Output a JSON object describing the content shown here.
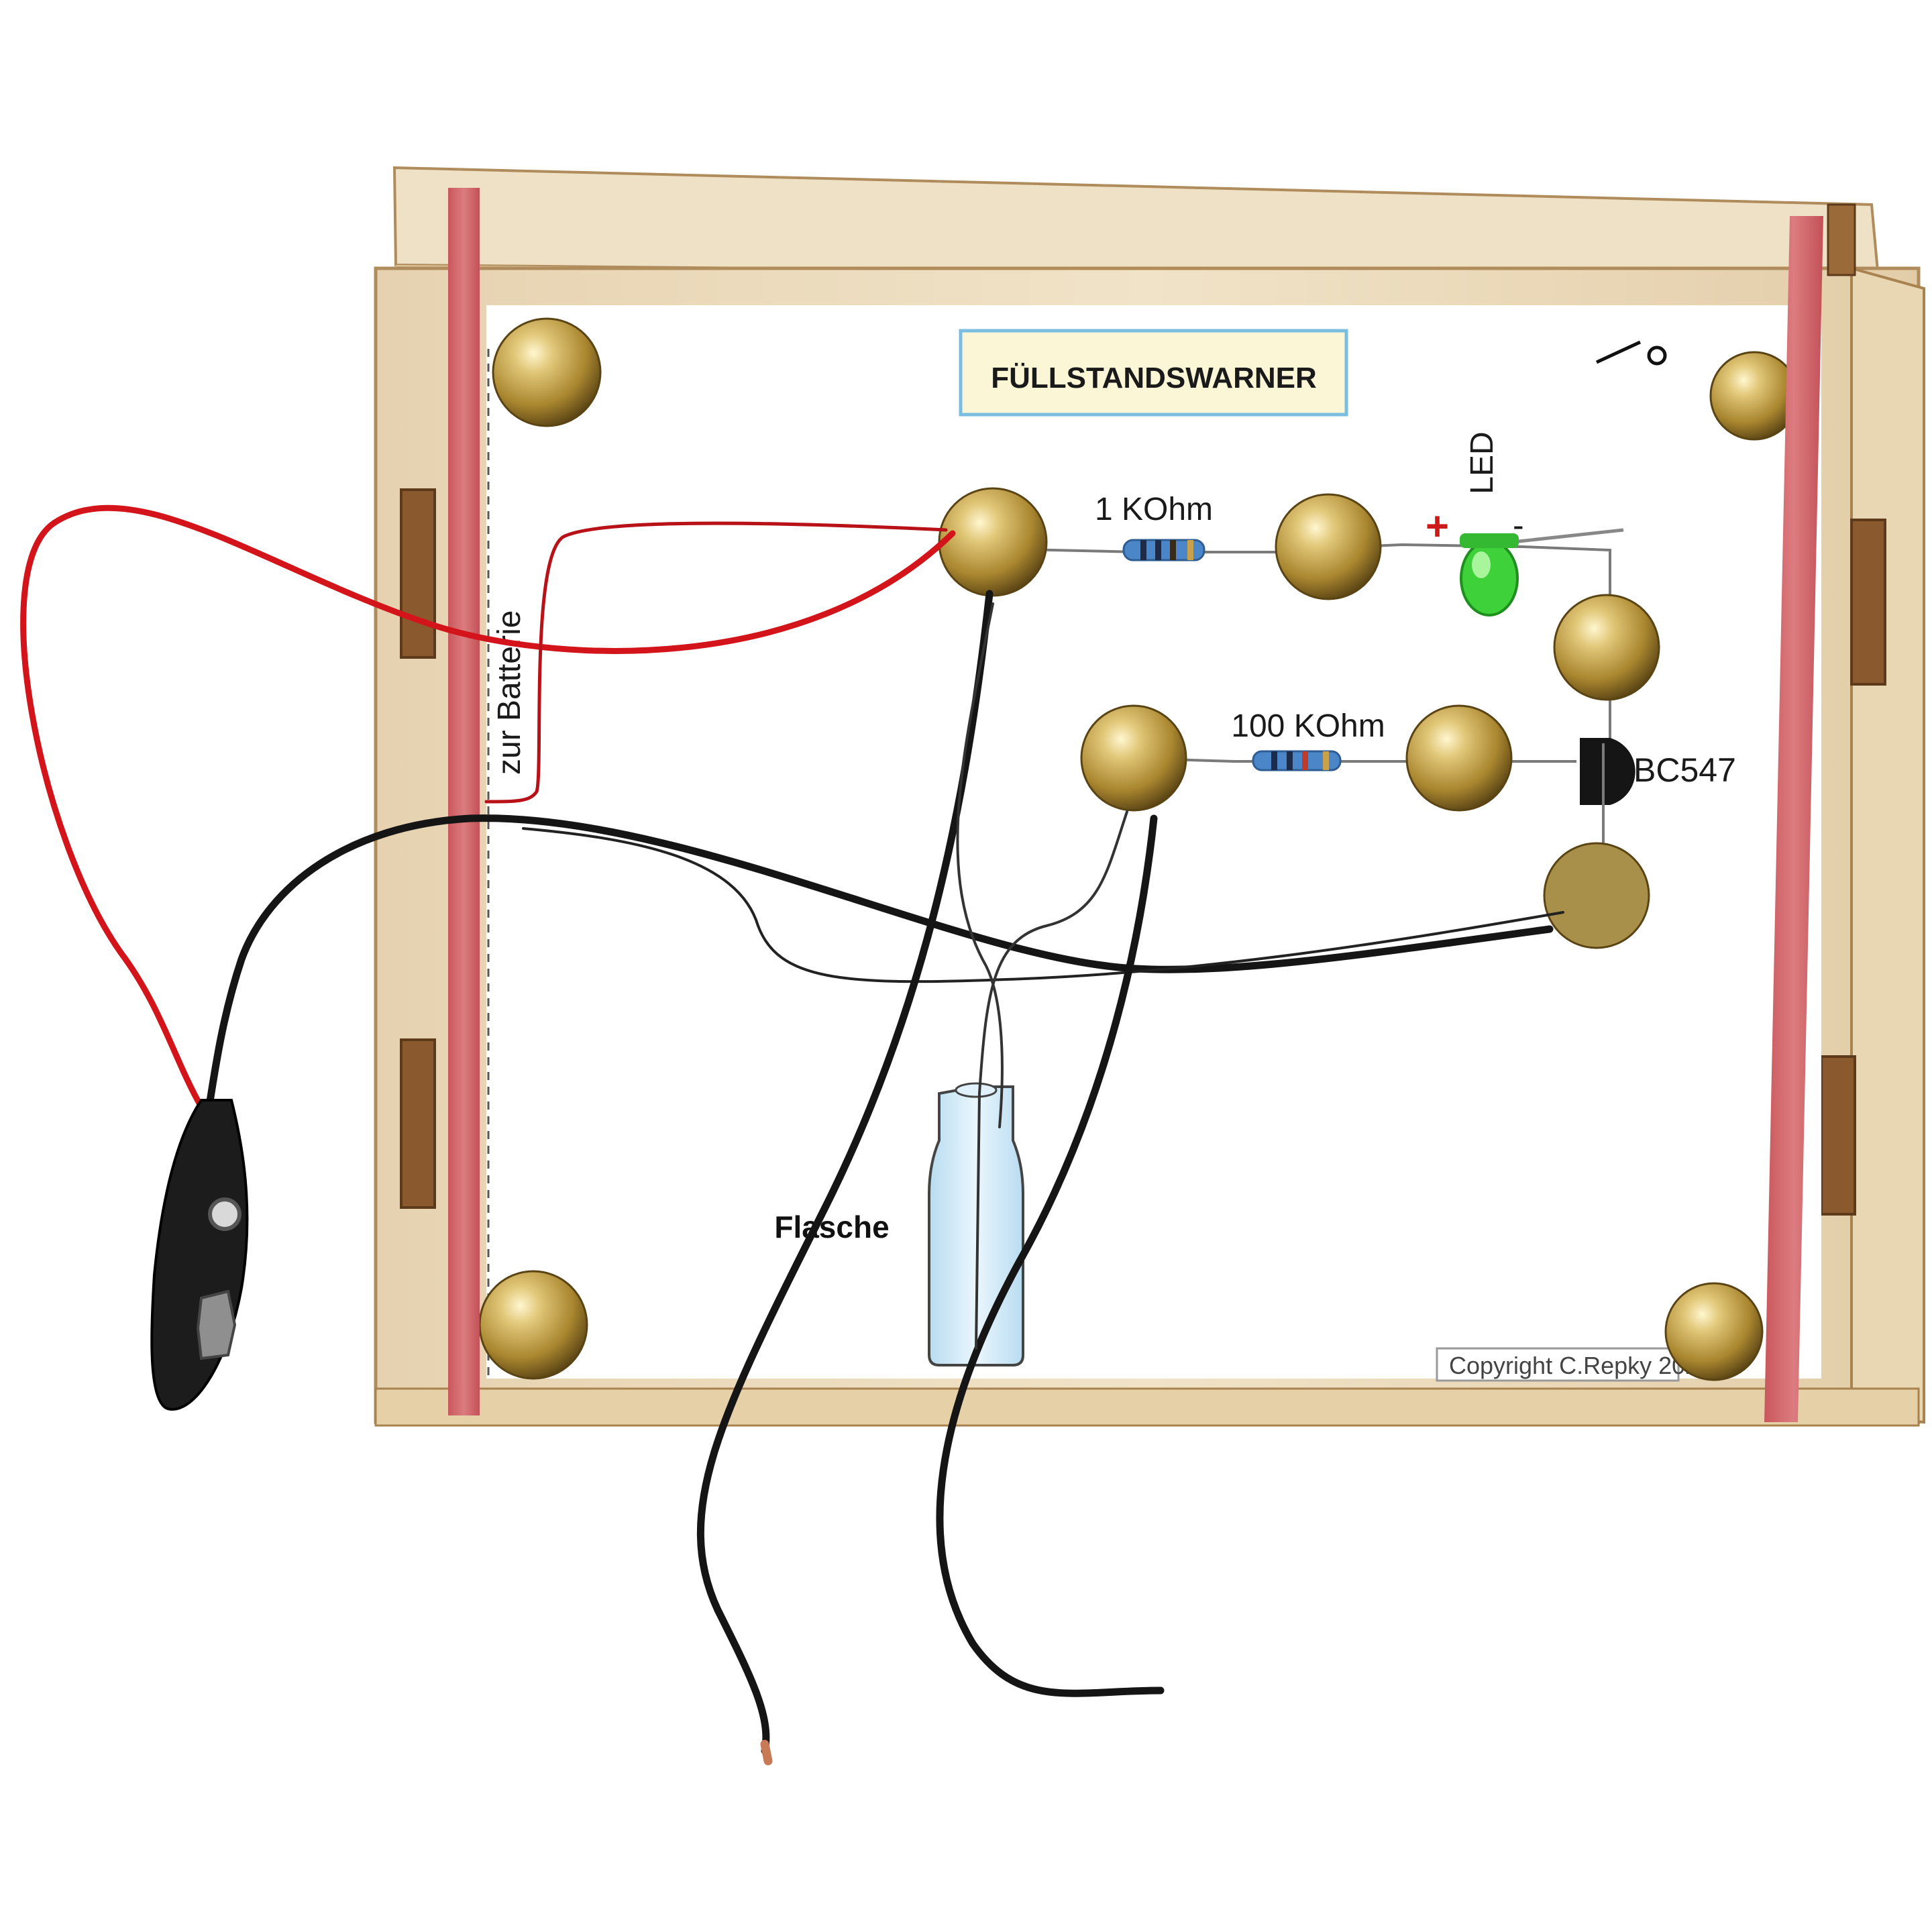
{
  "board": {
    "title": "FÜLLSTANDSWARNER",
    "battery_label": "zur Batterie",
    "bottle_label": "Flasche",
    "copyright": "Copyright C.Repky 202"
  },
  "components": {
    "resistor_1": "1 KOhm",
    "resistor_2": "100 KOhm",
    "led": "LED",
    "led_plus": "+",
    "led_minus": "-",
    "transistor": "BC547"
  },
  "colors": {
    "wood": "#ecdcc0",
    "wood_dark": "#c9a978",
    "rubber_band": "#d36a6f",
    "paper": "#ffffff",
    "title_box": "#fbf6d6",
    "title_border": "#79bde0",
    "brass": "#c9ad5a",
    "wire_red": "#d3141a",
    "wire_black": "#151515",
    "led_green": "#3fd13a",
    "resistor_blue": "#4b86c8",
    "bottle": "#cfe9f7"
  }
}
